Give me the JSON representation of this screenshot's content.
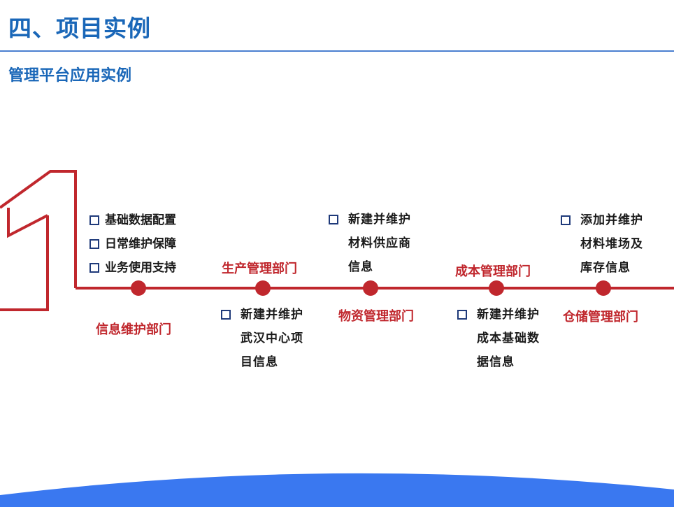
{
  "header": {
    "title": "四、项目实例"
  },
  "subtitle": "管理平台应用实例",
  "big_numeral": "1",
  "colors": {
    "title": "#1a67b8",
    "accent": "#c0272d",
    "rule": "#4a7fd0",
    "bullet": "#1f3a7a",
    "wave": "#3a78f0"
  },
  "timeline": {
    "departments": [
      {
        "label": "信息维护部门",
        "items": [
          "基础数据配置",
          "日常维护保障",
          "业务使用支持"
        ]
      },
      {
        "label": "生产管理部门",
        "text": "新建并维护\n武汉中心项\n目信息"
      },
      {
        "label": "物资管理部门",
        "text": "新建并维护\n材料供应商\n信息"
      },
      {
        "label": "成本管理部门",
        "text": "新建并维护\n成本基础数\n据信息"
      },
      {
        "label": "仓储管理部门",
        "text": "添加并维护\n材料堆场及\n库存信息"
      }
    ]
  }
}
